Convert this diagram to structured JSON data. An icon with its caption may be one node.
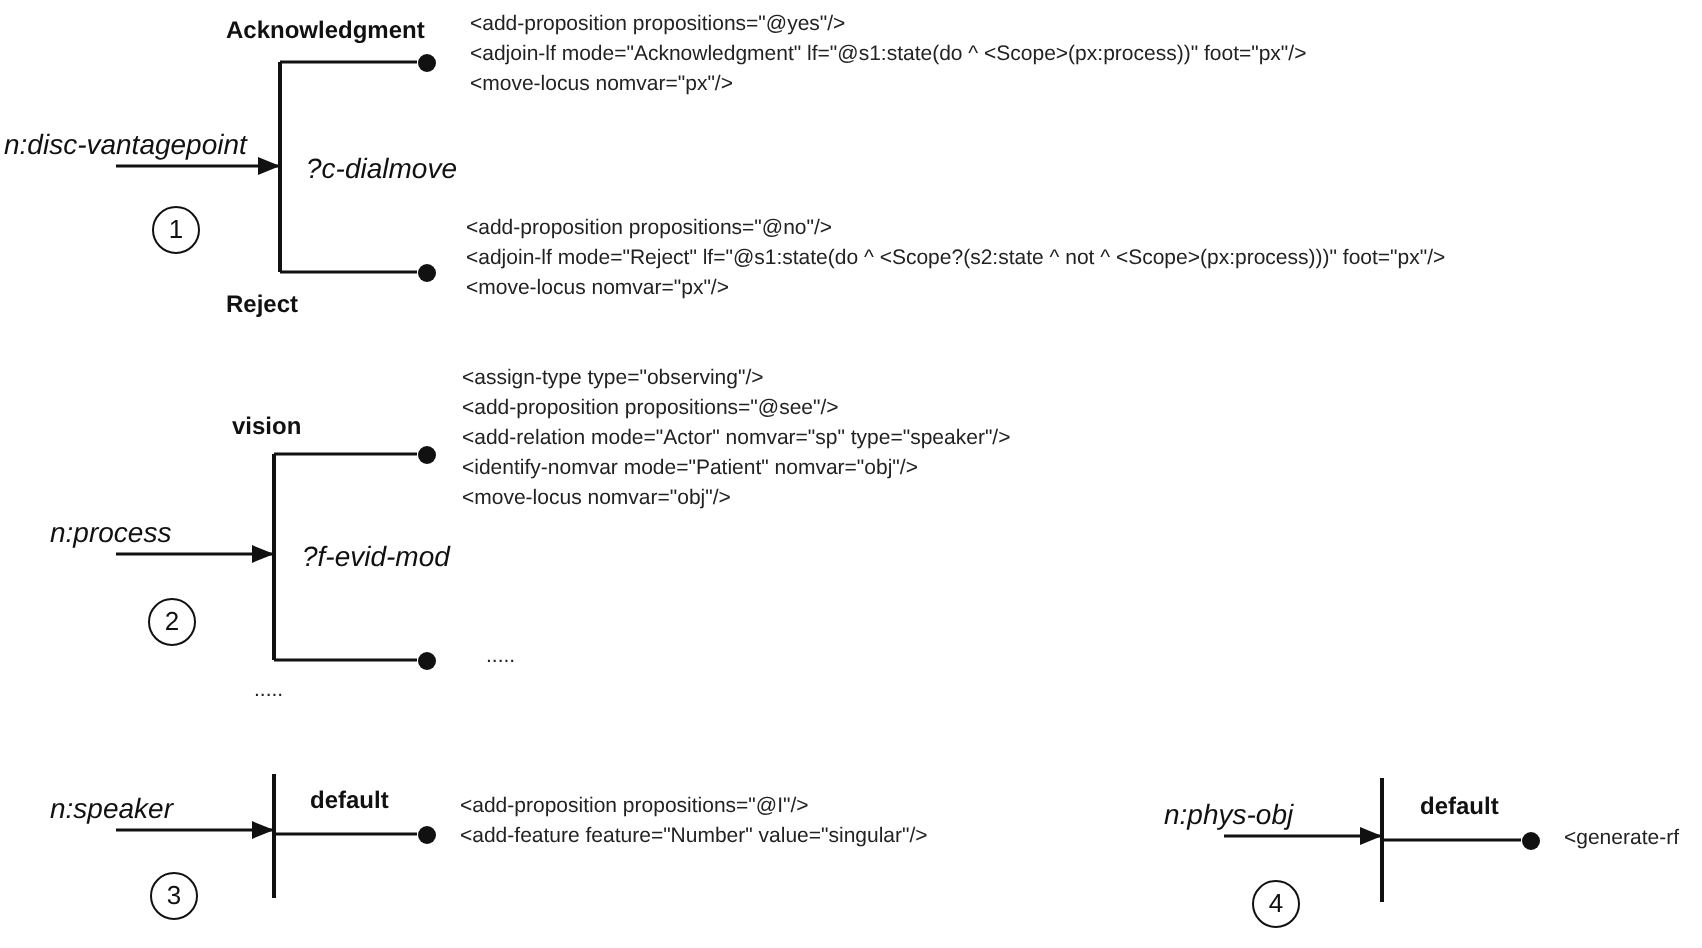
{
  "diagram": {
    "nodes": [
      {
        "text": [
          "n:disc-vantagepoint"
        ]
      },
      {
        "text": [],
        "shape": "bar",
        "beside": [
          "?c-dialmove"
        ]
      },
      {
        "text": [],
        "shape": "circle",
        "beside": [
          "Acknowledgment"
        ]
      },
      {
        "text": [],
        "shape": "circle"
      },
      {
        "text": [
          "n:process"
        ]
      },
      {
        "text": [],
        "shape": "bar",
        "beside": [
          "?f-evid-mod"
        ]
      },
      {
        "text": [],
        "shape": "circle"
      },
      {
        "text": [],
        "shape": "circle"
      },
      {
        "text": [
          "n:speaker"
        ]
      },
      {
        "text": [],
        "shape": "bar"
      },
      {
        "text": [],
        "shape": "circle",
        "beside": [
          "default"
        ]
      },
      {
        "text": [
          "n:phys-obj"
        ]
      },
      {
        "text": [],
        "shape": "bar"
      },
      {
        "text": [],
        "shape": "circle",
        "beside": [
          "default"
        ]
      }
    ],
    "edges": [
      {
        "from": 0,
        "to": 1,
        "arrow": "to"
      },
      {
        "from": 1,
        "to": 2,
        "arrow": "none"
      },
      {
        "from": 1,
        "to": 3,
        "arrow": "none"
      },
      {
        "from": 4,
        "to": 5,
        "arrow": "to"
      },
      {
        "from": 5,
        "to": 6,
        "arrow": "none"
      },
      {
        "from": 5,
        "to": 7,
        "arrow": "none"
      },
      {
        "from": 8,
        "to": 9,
        "arrow": "to"
      },
      {
        "from": 9,
        "to": 10,
        "arrow": "none"
      },
      {
        "from": 11,
        "to": 12,
        "arrow": "to"
      },
      {
        "from": 12,
        "to": 13,
        "arrow": "none"
      }
    ],
    "labels": [
      "<add-proposition propositions=\"@yes\"/>",
      "<adjoin-lf mode=\"Acknowledgment\" lf=\"@s1:state(do ^ <Scope>(px:process))\" foot=\"px\"/>",
      "<move-locus nomvar=\"px\"/>",
      "1",
      "<add-proposition propositions=\"@no\"/>",
      "<adjoin-lf mode=\"Reject\" lf=\"@s1:state(do ^ <Scope?(s2:state ^ not ^ <Scope>(px:process)))\" foot=\"px\"/>",
      "<move-locus nomvar=\"px\"/>",
      "Reject",
      "vision",
      "<assign-type type=\"observing\"/>",
      "<add-proposition propositions=\"@see\"/>",
      "<add-relation mode=\"Actor\" nomvar=\"sp\" type=\"speaker\"/>",
      "<identify-nomvar mode=\"Patient\" nomvar=\"obj\"/>",
      "<move-locus nomvar=\"obj\"/>",
      "2",
      ".....",
      ".....",
      "<add-proposition propositions=\"@I\"/>",
      "<add-feature feature=\"Number\" value=\"singular\"/>",
      "3",
      "4",
      "<generate-rf"
    ]
  }
}
